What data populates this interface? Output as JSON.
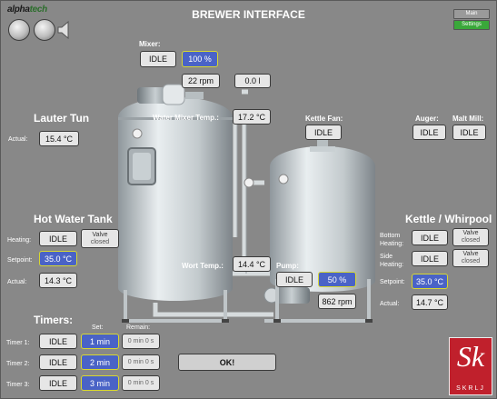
{
  "brand": {
    "prefix": "alpha",
    "suffix": "tech"
  },
  "title": "BREWER INTERFACE",
  "top_buttons": {
    "main": "Main",
    "settings": "Settings"
  },
  "mixer": {
    "label": "Mixer:",
    "state": "IDLE",
    "power": "100 %",
    "rpm": "22 rpm",
    "volume": "0.0 l"
  },
  "water_mixer_temp": {
    "label": "Water Mixer Temp.:",
    "value": "17.2 °C"
  },
  "kettle_fan": {
    "label": "Kettle Fan:",
    "state": "IDLE"
  },
  "auger": {
    "label": "Auger:",
    "state": "IDLE"
  },
  "malt_mill": {
    "label": "Malt Mill:",
    "state": "IDLE"
  },
  "lauter_tun": {
    "title": "Lauter Tun",
    "actual_label": "Actual:",
    "actual": "15.4 °C"
  },
  "hot_water_tank": {
    "title": "Hot Water Tank",
    "heating_label": "Heating:",
    "heating": "IDLE",
    "valve_line1": "Valve",
    "valve_line2": "closed",
    "setpoint_label": "Setpoint:",
    "setpoint": "35.0 °C",
    "actual_label": "Actual:",
    "actual": "14.3 °C"
  },
  "kettle": {
    "title": "Kettle / Whirpool",
    "bottom_label_1": "Bottom",
    "bottom_label_2": "Heating:",
    "bottom": "IDLE",
    "side_label_1": "Side",
    "side_label_2": "Heating:",
    "side": "IDLE",
    "valve_line1": "Valve",
    "valve_line2": "closed",
    "valve2_line1": "Valve",
    "valve2_line2": "closed",
    "setpoint_label": "Setpoint:",
    "setpoint": "35.0 °C",
    "actual_label": "Actual:",
    "actual": "14.7 °C"
  },
  "wort_temp": {
    "label": "Wort Temp.:",
    "value": "14.4 °C"
  },
  "pump": {
    "label": "Pump:",
    "state": "IDLE",
    "power": "50 %",
    "rpm": "862 rpm"
  },
  "timers": {
    "title": "Timers:",
    "set_label": "Set:",
    "remain_label": "Remain:",
    "rows": [
      {
        "label": "Timer 1:",
        "state": "IDLE",
        "set": "1 min",
        "remain": "0 min   0 s"
      },
      {
        "label": "Timer 2:",
        "state": "IDLE",
        "set": "2 min",
        "remain": "0 min   0 s"
      },
      {
        "label": "Timer 3:",
        "state": "IDLE",
        "set": "3 min",
        "remain": "0 min   0 s"
      }
    ]
  },
  "ok_button": "OK!",
  "badge": {
    "mono": "Sk",
    "text": "SKRLJ"
  },
  "colors": {
    "background": "#888888",
    "active_blue": "#4a63c6",
    "highlight_yellow": "#d8d830",
    "logo_red": "#c0202c",
    "settings_green": "#3aa83a"
  }
}
